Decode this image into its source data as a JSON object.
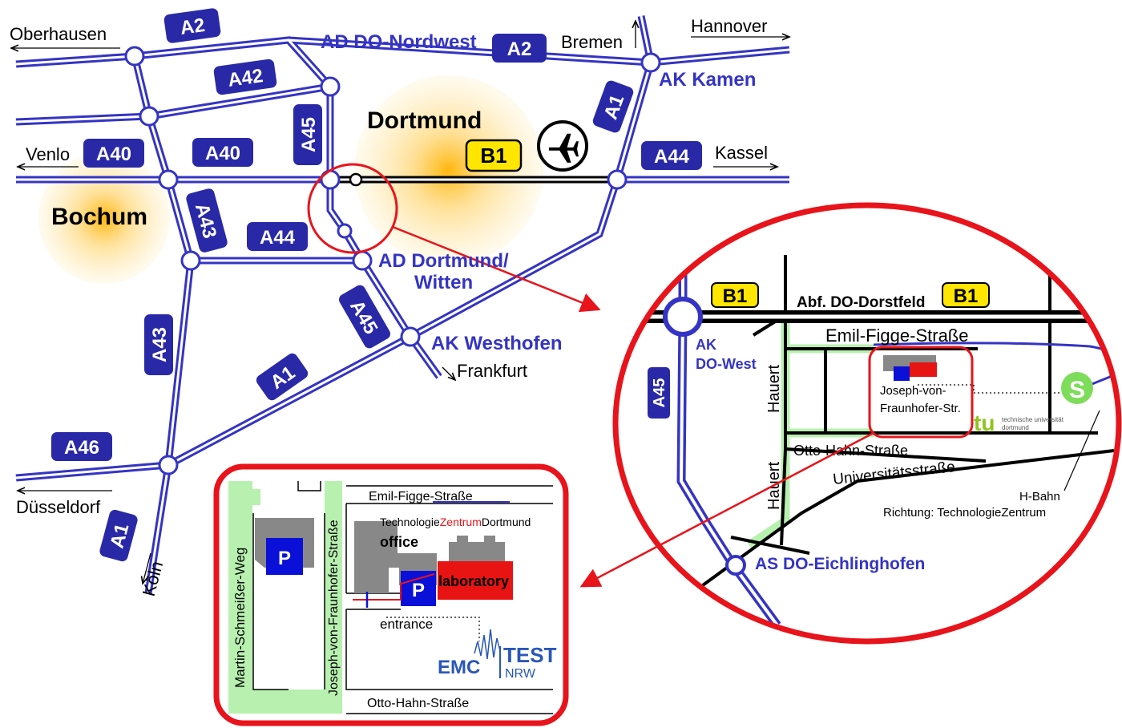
{
  "overview": {
    "cities": {
      "dortmund": "Dortmund",
      "bochum": "Bochum"
    },
    "directions": {
      "oberhausen": "Oberhausen",
      "bremen": "Bremen",
      "hannover": "Hannover",
      "venlo": "Venlo",
      "kassel": "Kassel",
      "frankfurt": "Frankfurt",
      "duesseldorf": "Düsseldorf",
      "koeln": "Köln"
    },
    "interchanges": {
      "ad_nordwest": "AD DO-Nordwest",
      "ak_kamen": "AK Kamen",
      "ad_dortmund_witten_1": "AD Dortmund/",
      "ad_dortmund_witten_2": "Witten",
      "ak_westhofen": "AK Westhofen"
    },
    "shields": {
      "a2_left": "A2",
      "a2_right": "A2",
      "a42": "A42",
      "a45_top": "A45",
      "a40_left": "A40",
      "a40_mid": "A40",
      "a1_top": "A1",
      "a44_right": "A44",
      "a43_top": "A43",
      "a44_mid": "A44",
      "a45_mid": "A45",
      "a43_low": "A43",
      "a1_mid": "A1",
      "a46": "A46",
      "a1_low": "A1"
    },
    "b1": "B1"
  },
  "detail": {
    "b1_left": "B1",
    "b1_right": "B1",
    "abf_dorstfeld": "Abf. DO-Dorstfeld",
    "emil_figge": "Emil-Figge-Straße",
    "ak_do_west_1": "AK",
    "ak_do_west_2": "DO-West",
    "a45": "A45",
    "hauert_top": "Hauert",
    "hauert_low": "Hauert",
    "joseph_1": "Joseph-von-",
    "joseph_2": "Fraunhofer-Str.",
    "tu_logo": "tu",
    "tu_name_1": "technische universität",
    "tu_name_2": "dortmund",
    "s_bahn": "S",
    "otto_hahn": "Otto-Hahn-Straße",
    "universitaet": "Universitätsstraße",
    "hbahn_1": "H-Bahn",
    "hbahn_2": "Richtung:  TechnologieZentrum",
    "as_eichlinghofen": "AS DO-Eichlinghofen"
  },
  "site": {
    "emil_figge": "Emil-Figge-Straße",
    "techno_1": "Technologie",
    "techno_2": "Zentrum",
    "techno_3": "Dortmund",
    "office": "office",
    "laboratory": "laboratory",
    "entrance": "entrance",
    "parking_1": "P",
    "parking_2": "P",
    "martin_weg": "Martin-Schmeißer-Weg",
    "joseph_str": "Joseph-von-Fraunhofer-Straße",
    "otto_hahn": "Otto-Hahn-Straße",
    "emc": "EMC",
    "test": "TEST",
    "nrw": "NRW"
  },
  "colors": {
    "motorway": "#3434c4",
    "motorway_shield": "#2929a8",
    "highlight_red": "#e8141b",
    "b1_yellow": "#ffe600",
    "campus_green": "#b8f0b0",
    "city_glow": "#ffc400",
    "building_gray": "#888888",
    "lab_red": "#e81313",
    "parking_blue": "#0a10d8",
    "tu_green": "#8fc31f"
  }
}
